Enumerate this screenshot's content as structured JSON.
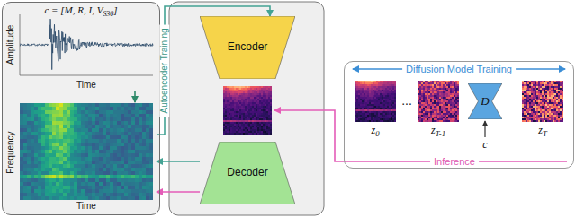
{
  "diagram": {
    "nodes": [
      {
        "text": [
          "c = [M, R, I, VS30]"
        ]
      },
      {
        "text": [
          "Amplitude",
          "Time"
        ],
        "in": 0
      },
      {
        "text": [
          "Frequency",
          "Time"
        ],
        "in": 0
      },
      {
        "text": [
          "Encoder"
        ]
      },
      {
        "text": [
          "Decoder"
        ]
      },
      {
        "text": [
          "Diffusion Model Training"
        ]
      },
      {
        "text": [
          "z0"
        ],
        "in": 5
      },
      {
        "text": [
          "zT-1"
        ],
        "in": 5
      },
      {
        "text": [
          "D"
        ],
        "in": 5
      },
      {
        "text": [
          "zT"
        ],
        "in": 5
      }
    ],
    "edges": [
      {
        "from": 1,
        "to": 2,
        "arrow": "to"
      },
      {
        "from": 2,
        "to": 3,
        "arrow": "to",
        "label": "Autoencoder Training"
      },
      {
        "from": 4,
        "to": 2,
        "arrow": "to"
      },
      {
        "from": 4,
        "to": 2,
        "arrow": "to"
      }
    ],
    "labels": [
      "...",
      "c",
      "Inference"
    ]
  }
}
